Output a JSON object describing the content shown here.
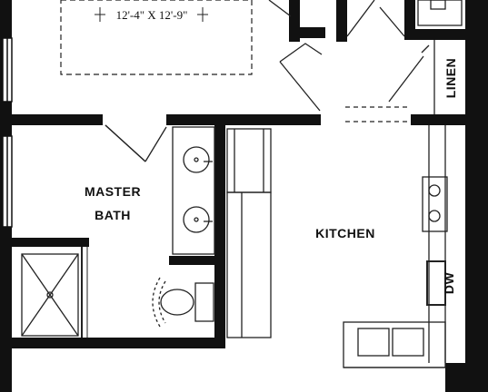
{
  "rooms": {
    "bedroom_dimensions": "12'-4\" X 12'-9\"",
    "master_bath_line1": "MASTER",
    "master_bath_line2": "BATH",
    "kitchen": "KITCHEN"
  },
  "labels": {
    "linen": "LINEN",
    "dishwasher": "DW"
  },
  "colors": {
    "wall": "#111111",
    "line": "#222222",
    "background": "#ffffff"
  }
}
